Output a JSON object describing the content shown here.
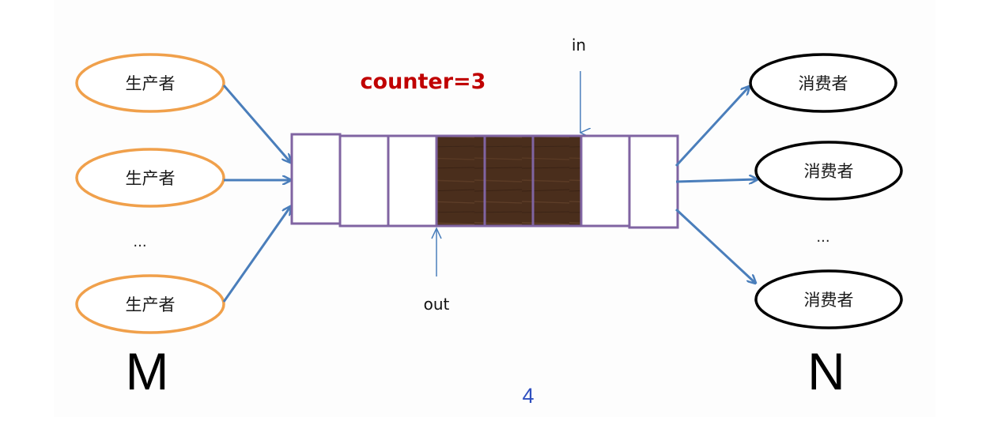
{
  "diagram": {
    "producers": [
      {
        "label": "生产者"
      },
      {
        "label": "生产者"
      },
      {
        "label": "生产者"
      }
    ],
    "producer_ellipsis": "...",
    "consumers": [
      {
        "label": "消费者"
      },
      {
        "label": "消费者"
      },
      {
        "label": "消费者"
      }
    ],
    "consumer_ellipsis": "...",
    "counter_label": "counter=3",
    "in_label": "in",
    "out_label": "out",
    "producer_count_label": "M",
    "consumer_count_label": "N",
    "page_number": "4",
    "buffer": {
      "slots": 8,
      "filled_slots": [
        3,
        4,
        5
      ]
    },
    "colors": {
      "producer_outline": "#f0a04b",
      "consumer_outline": "#000000",
      "arrow": "#4a7ebb",
      "buffer_outline": "#8064a2",
      "filled_slot": "#4a2e1c",
      "counter_text": "#c00000",
      "page_number": "#2f4fbf"
    }
  }
}
